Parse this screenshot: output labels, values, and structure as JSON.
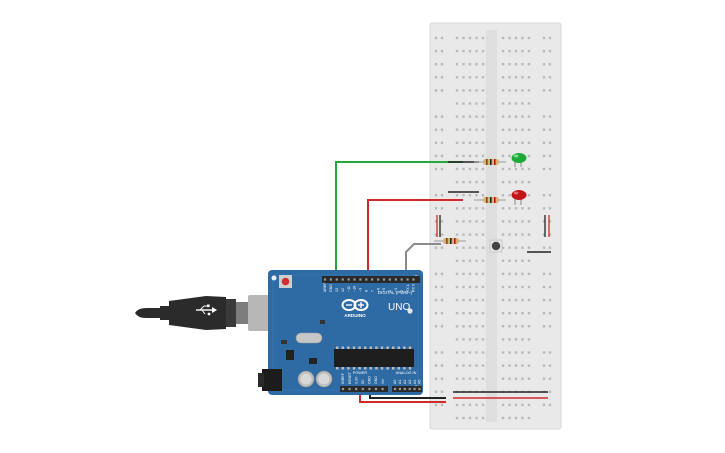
{
  "board": {
    "logo_text": "ARDUINO",
    "model": "UNO",
    "digital_header_label": "DIGITAL (PWM~)",
    "power_label": "POWER",
    "analog_label": "ANALOG IN",
    "top_pin_labels": [
      "AREF",
      "GND",
      "13",
      "12",
      "~11",
      "~10",
      "~9",
      "8",
      "7",
      "~6",
      "~5",
      "4",
      "~3",
      "2",
      "TX 1",
      "RX 0"
    ],
    "power_pin_labels": [
      "IOREF",
      "RESET",
      "3.3V",
      "5V",
      "GND",
      "GND",
      "Vin"
    ],
    "analog_pin_labels": [
      "A0",
      "A1",
      "A2",
      "A3",
      "A4",
      "A5"
    ],
    "board_color": "#2e6aa3"
  },
  "breadboard": {
    "rows": 30,
    "columns_per_side": 5,
    "plus_rail_color": "#d22a2a",
    "minus_rail_color": "#222222"
  },
  "components": {
    "green_led_color": "#1fa83a",
    "red_led_color": "#c0161b",
    "resistor_color": "#d8b27a",
    "button_color": "#444444"
  },
  "wires": {
    "green_wire_color": "#27a83a",
    "red_wire_color": "#d22a2a",
    "gray_wire_color": "#8a8a8a",
    "black_wire_color": "#222222"
  }
}
